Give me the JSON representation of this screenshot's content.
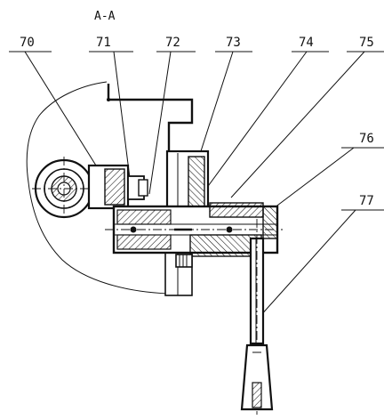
{
  "section_title": "A-A",
  "part_labels": [
    "70",
    "71",
    "72",
    "73",
    "74",
    "75",
    "76",
    "77"
  ],
  "colors": {
    "ink": "#111111",
    "background": "#ffffff"
  }
}
